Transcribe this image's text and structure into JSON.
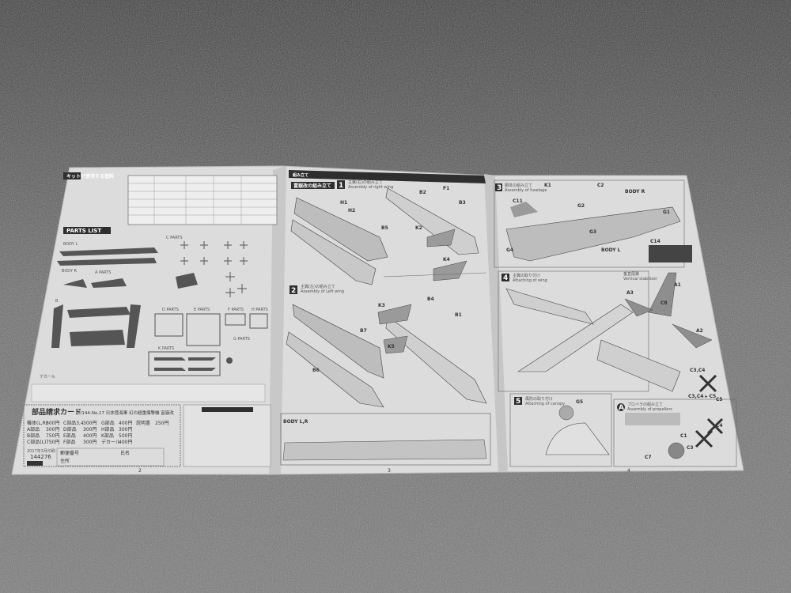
{
  "left_page": {
    "paint_header": "キットで使用する塗料",
    "parts_list_header": "PARTS LIST",
    "body_l": "BODY L",
    "body_r": "BODY R",
    "a_parts": "A PARTS",
    "b_parts": "B",
    "c_parts": "C PARTS",
    "d_parts": "D PARTS",
    "e_parts": "E PARTS",
    "f_parts": "F PARTS",
    "h_parts": "H PARTS",
    "k_parts": "K PARTS",
    "g_parts": "G PARTS",
    "decal": "デカール",
    "order_card": {
      "title": "部品請求カード",
      "subtitle": "1/144-No.17 日本陸海軍 幻の超重爆撃機 富嶽改",
      "rows": [
        [
          "機体(L,R)",
          "600円",
          "C部品3,4",
          "300円",
          "G部品",
          "400円",
          "説明書",
          "250円"
        ],
        [
          "A部品",
          "300円",
          "D部品",
          "300円",
          "H部品",
          "300円",
          "",
          ""
        ],
        [
          "B部品",
          "750円",
          "E部品",
          "400円",
          "K部品",
          "500円",
          "",
          ""
        ],
        [
          "C部品(L)",
          "750円",
          "F部品",
          "300円",
          "デカール",
          "400円",
          "",
          ""
        ]
      ],
      "date": "2017年3月印刷",
      "code": "144276",
      "postal_label": "郵便番号",
      "name_label": "氏名",
      "address_label": "住所"
    },
    "page_number": "2"
  },
  "middle_page": {
    "top_banner": "組み立て",
    "section_title": "富嶽改の組み立て",
    "step1_number": "1",
    "step1_jp": "主翼(右)の組み立て",
    "step1_en": "Assembly of right wing",
    "step2_number": "2",
    "step2_jp": "主翼(左)の組み立て",
    "step2_en": "Assembly of Left wing",
    "part_labels": [
      "H1",
      "H2",
      "B5",
      "B2",
      "B3",
      "F1",
      "K2",
      "K4",
      "B7",
      "B6",
      "K3",
      "K5",
      "B4",
      "B1"
    ],
    "body_lr": "BODY L,R",
    "page_number": "3"
  },
  "right_page": {
    "step3_number": "3",
    "step3_jp": "胴体の組み立て",
    "step3_en": "Assembly of fuselage",
    "step3_labels": [
      "K1",
      "C2",
      "C11",
      "G2",
      "G3",
      "G1",
      "G4",
      "C14",
      "BODY R",
      "BODY L"
    ],
    "step4_number": "4",
    "step4_jp": "主翼の取り付け",
    "step4_en": "Attaching of wing",
    "vertical_stab_jp": "垂直尾翼",
    "vertical_stab_en": "Vertical stabilizer",
    "tail_labels": [
      "A1",
      "A2",
      "A3",
      "C8"
    ],
    "step5_number": "5",
    "step5_jp": "風防の取り付け",
    "step5_en": "Attaching of canopy",
    "canopy_label": "G5",
    "stepA_number": "A",
    "stepA_jp": "プロペラの組み立て",
    "stepA_en": "Assembly of propellers",
    "prop_labels": [
      "C1",
      "C3",
      "C4",
      "C5",
      "C7",
      "C3,C4",
      "C3,C4 ▸ C5"
    ],
    "page_number": "4"
  },
  "colors": {
    "carpet": "#5c5c5c",
    "paper": "#d9d9d9",
    "ink": "#333333",
    "header_bg": "#2e2e2e"
  }
}
